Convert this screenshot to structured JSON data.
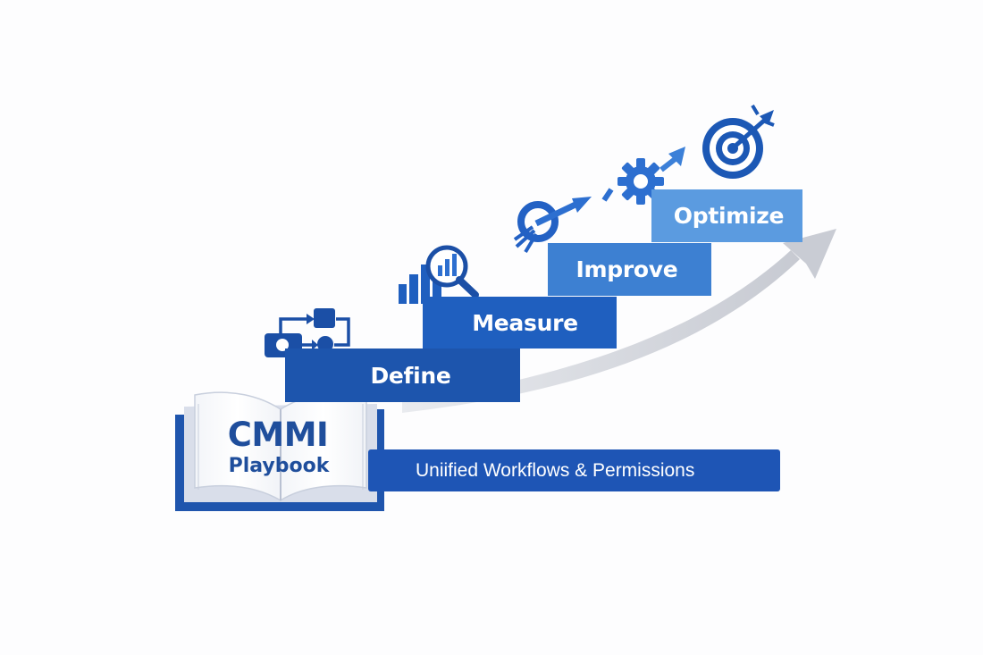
{
  "book": {
    "title": "CMMI",
    "subtitle": "Playbook"
  },
  "steps": [
    {
      "label": "Define",
      "icon": "workflow-icon"
    },
    {
      "label": "Measure",
      "icon": "bar-chart-magnifier-icon"
    },
    {
      "label": "Improve",
      "icon": "cycle-arrow-icon"
    },
    {
      "label": "Optimize",
      "icon": "gear-arrow-icon"
    }
  ],
  "goal_icon": "target-arrow-icon",
  "banner": {
    "label": "Uniified Workflows & Permissions"
  },
  "colors": {
    "define": "#1d55ad",
    "measure": "#1f5fbf",
    "improve": "#3d80d2",
    "optimize": "#5b9be0",
    "banner": "#1e55b5",
    "arrow": "#cfd2d9"
  }
}
